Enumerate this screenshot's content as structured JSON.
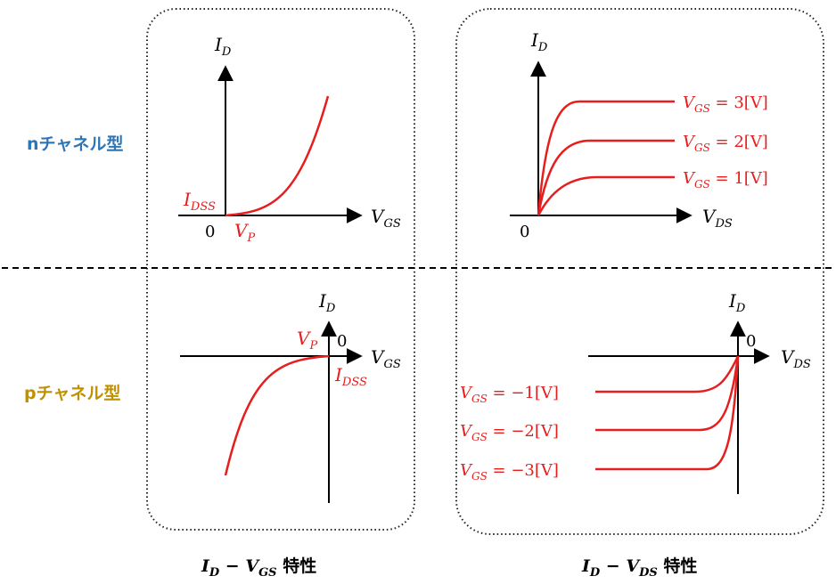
{
  "colors": {
    "curve": "#e61e1e",
    "axis": "#000000",
    "n_label": "#2e75b6",
    "p_label": "#bf9000"
  },
  "rows": {
    "n_label": "nチャネル型",
    "p_label": "pチャネル型"
  },
  "captions": {
    "left": {
      "i": "I",
      "i_sub": "D",
      "minus": " − ",
      "v": "V",
      "v_sub": "GS",
      "suffix": " 特性"
    },
    "right": {
      "i": "I",
      "i_sub": "D",
      "minus": " − ",
      "v": "V",
      "v_sub": "DS",
      "suffix": " 特性"
    }
  },
  "axes": {
    "id": {
      "main": "I",
      "sub": "D"
    },
    "vgs": {
      "main": "V",
      "sub": "GS"
    },
    "vds": {
      "main": "V",
      "sub": "DS"
    },
    "zero": "0"
  },
  "n_vgs": {
    "idss": {
      "main": "I",
      "sub": "DSS"
    },
    "vp": {
      "main": "V",
      "sub": "P"
    }
  },
  "p_vgs": {
    "idss": {
      "main": "I",
      "sub": "DSS"
    },
    "vp": {
      "main": "V",
      "sub": "P"
    }
  },
  "n_vds_curves": [
    {
      "v": "V",
      "sub": "GS",
      "text": " = 3[V]"
    },
    {
      "v": "V",
      "sub": "GS",
      "text": " = 2[V]"
    },
    {
      "v": "V",
      "sub": "GS",
      "text": " = 1[V]"
    }
  ],
  "p_vds_curves": [
    {
      "v": "V",
      "sub": "GS",
      "text": " = −1[V]"
    },
    {
      "v": "V",
      "sub": "GS",
      "text": " = −2[V]"
    },
    {
      "v": "V",
      "sub": "GS",
      "text": " = −3[V]"
    }
  ]
}
